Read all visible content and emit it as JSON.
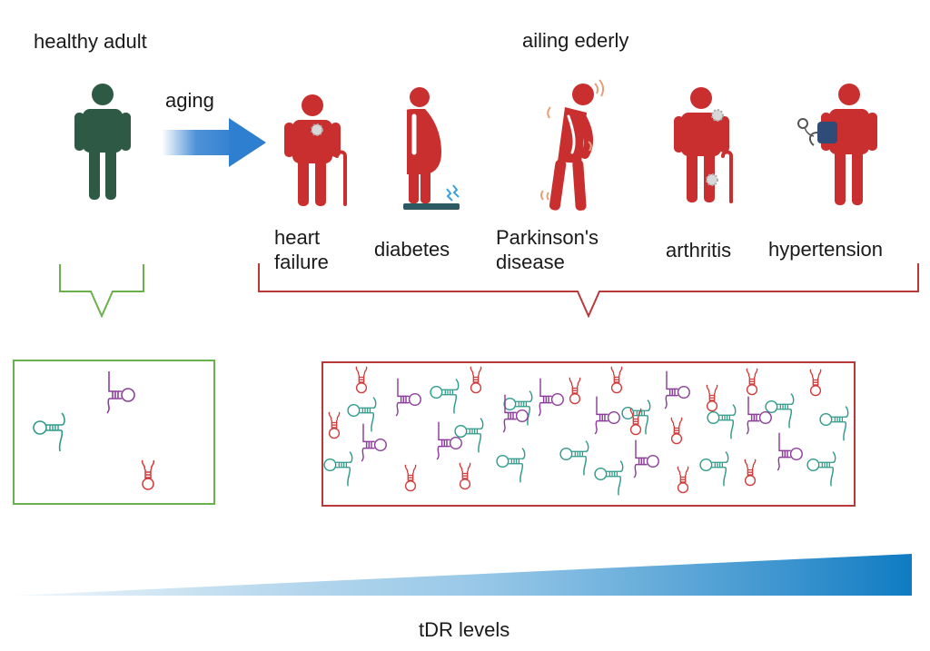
{
  "labels": {
    "healthy": "healthy adult",
    "ailing": "ailing ederly",
    "aging": "aging",
    "levels": "tDR levels"
  },
  "diseases": [
    {
      "name": "heart\nfailure"
    },
    {
      "name": "diabetes"
    },
    {
      "name": "Parkinson's\ndisease"
    },
    {
      "name": "arthritis"
    },
    {
      "name": "hypertension"
    }
  ],
  "colors": {
    "healthy": "#2e5a45",
    "ailing": "#c92f2f",
    "arrow": "#2f7fd0",
    "green_box": "#6ab04c",
    "red_box": "#b7393a",
    "rna_teal": "#2e9b8a",
    "rna_purple": "#8c3f9a",
    "rna_red": "#d23b3b",
    "gradient_end": "#0f7bc2"
  },
  "icons": [
    "person-icon",
    "heart-failure-icon",
    "diabetes-icon",
    "parkinsons-icon",
    "arthritis-icon",
    "hypertension-icon",
    "trna-fragment-icon"
  ]
}
